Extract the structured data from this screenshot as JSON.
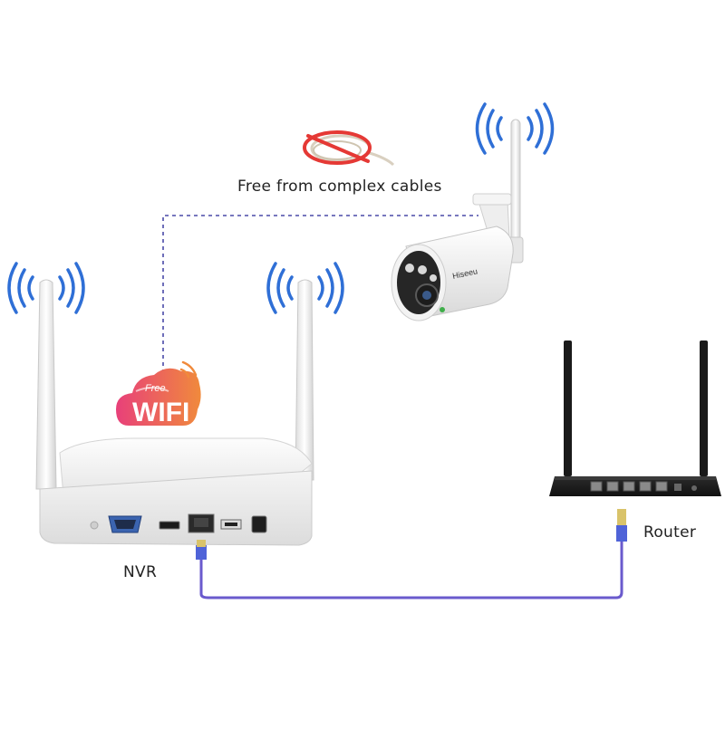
{
  "caption": "Free from complex cables",
  "labels": {
    "nvr": "NVR",
    "router": "Router"
  },
  "wifi_badge": {
    "small": "Free",
    "big": "WIFI"
  },
  "camera_brand": "Hiseeu",
  "colors": {
    "signal_waves": "#2f6fd6",
    "dashed_link": "#4a4aa8",
    "ethernet_cable": "#6a5acd",
    "badge_pink": "#e8407a",
    "badge_orange": "#f08a3c",
    "router_body": "#1a1a1a",
    "device_white": "#f2f2f2"
  },
  "icons": [
    "wifi-signal-icon",
    "cable-crossed-icon",
    "ethernet-plug-icon"
  ]
}
